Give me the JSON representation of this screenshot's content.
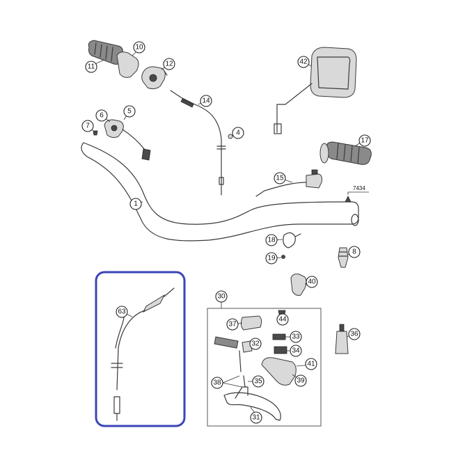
{
  "diagram": {
    "callouts": [
      "1",
      "4",
      "5",
      "6",
      "7",
      "8",
      "10",
      "11",
      "12",
      "14",
      "15",
      "17",
      "18",
      "19",
      "30",
      "31",
      "32",
      "33",
      "34",
      "35",
      "36",
      "37",
      "38",
      "39",
      "40",
      "41",
      "42",
      "44",
      "63"
    ],
    "tag_7434": "7434",
    "highlight_color": "#3a45b8"
  }
}
